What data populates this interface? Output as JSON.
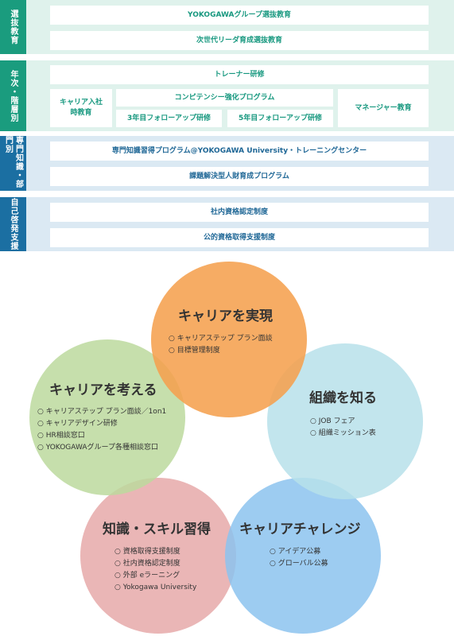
{
  "colors": {
    "teal_tab": "#1a9c7e",
    "teal_bg": "#dff2ec",
    "blue_tab": "#1b6fa2",
    "blue_bg": "#dbe9f3",
    "teal_text": "#17987f",
    "blue_text": "#1f6796"
  },
  "sections": {
    "senbatsu": {
      "label": "選抜教育",
      "items": [
        "YOKOGAWAグループ選抜教育",
        "次世代リーダ育成選抜教育"
      ]
    },
    "nenji": {
      "label": "年次・階層別",
      "trainer": "トレーナー研修",
      "career_new": "キャリア入社時教育",
      "competency": "コンピテンシー強化プログラム",
      "followup3": "3年目フォローアップ研修",
      "followup5": "5年目フォローアップ研修",
      "manager": "マネージャー教育"
    },
    "senmon": {
      "label": "専門知識・部門別",
      "items": [
        "専門知識習得プログラム@YOKOGAWA University・トレーニングセンター",
        "課題解決型人財育成プログラム"
      ]
    },
    "jiko": {
      "label": "自己啓発支援",
      "items": [
        "社内資格認定制度",
        "公的資格取得支援制度"
      ]
    }
  },
  "venn": {
    "realize": {
      "title": "キャリアを実現",
      "color": "#f5a04e",
      "items": [
        "キャリアステップ プラン面談",
        "目標管理制度"
      ]
    },
    "think": {
      "title": "キャリアを考える",
      "color": "#bcd99e",
      "items": [
        "キャリアステップ プラン面談／1on1",
        "キャリアデザイン研修",
        "HR相談窓口",
        "YOKOGAWAグループ各種相談窓口"
      ]
    },
    "org": {
      "title": "組織を知る",
      "color": "#b7e0ea",
      "items": [
        "JOB フェア",
        "組織ミッション表"
      ]
    },
    "skill": {
      "title": "知識・スキル習得",
      "color": "#e8b0b0",
      "items": [
        "資格取得支援制度",
        "社内資格認定制度",
        "外部 eラーニング",
        "Yokogawa University"
      ]
    },
    "challenge": {
      "title": "キャリアチャレンジ",
      "color": "#8cc3ee",
      "items": [
        "アイデア公募",
        "グローバル公募"
      ]
    }
  }
}
